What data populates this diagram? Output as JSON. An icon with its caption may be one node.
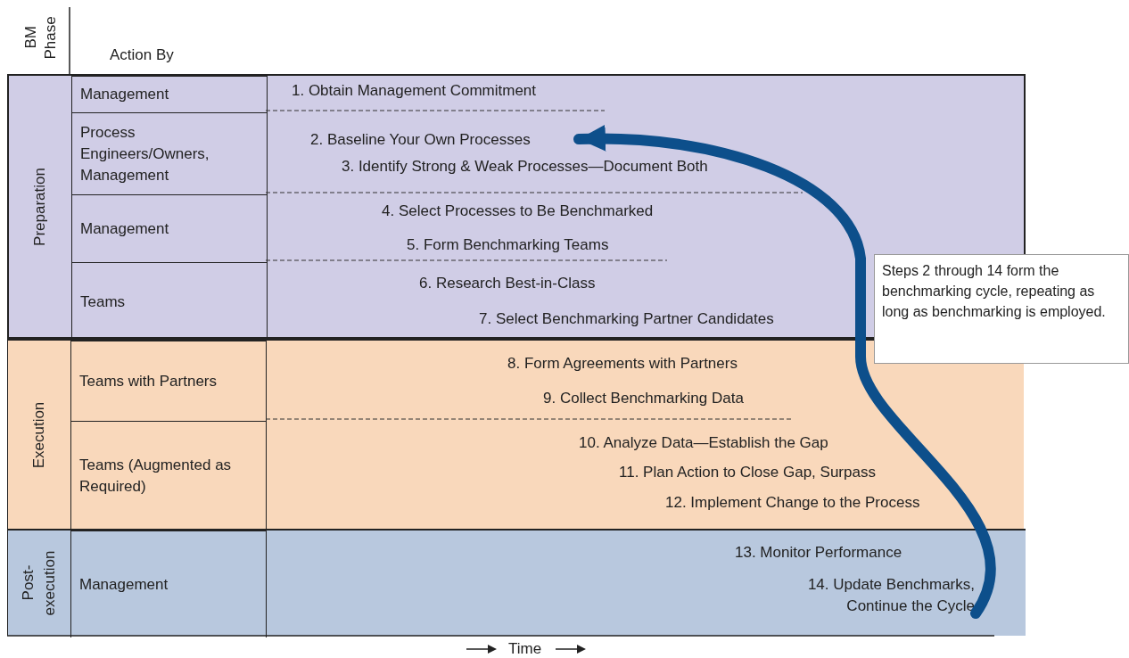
{
  "diagram": {
    "nodes": [
      {
        "text": [
          "Preparation"
        ]
      },
      {
        "text": [
          "Execution"
        ]
      },
      {
        "text": [
          "Post- execution"
        ]
      },
      {
        "text": [
          "Management"
        ],
        "in": 0
      },
      {
        "text": [
          "Process Engineers/Owners, Management"
        ],
        "in": 0
      },
      {
        "text": [
          "Management"
        ],
        "in": 0
      },
      {
        "text": [
          "Teams"
        ],
        "in": 0
      },
      {
        "text": [
          "Teams with Partners"
        ],
        "in": 1
      },
      {
        "text": [
          "Teams (Augmented as Required)"
        ],
        "in": 1
      },
      {
        "text": [
          "Management"
        ],
        "in": 2
      },
      {
        "text": [
          "2. Baseline Your Own Processes"
        ],
        "in": 0
      },
      {
        "text": [
          "14. Update Benchmarks, Continue the Cycle"
        ],
        "in": 2
      },
      {
        "text": [
          "Steps 2 through 14 form the benchmarking cycle, repeating as long as benchmarking is employed."
        ]
      }
    ],
    "edges": [
      {
        "from": 11,
        "to": 10,
        "arrow": "to",
        "color": "#0d4f8b"
      }
    ],
    "labels": [
      "BM Phase",
      "Action By",
      "1. Obtain Management Commitment",
      "3. Identify Strong & Weak Processes—Document Both",
      "4. Select Processes to Be Benchmarked",
      "5. Form Benchmarking Teams",
      "6. Research Best-in-Class",
      "7. Select Benchmarking Partner Candidates",
      "8. Form Agreements with Partners",
      "9. Collect Benchmarking Data",
      "10. Analyze Data—Establish the Gap",
      "11. Plan Action to Close Gap, Surpass",
      "12. Implement Change to the Process",
      "13. Monitor Performance",
      "Time"
    ]
  }
}
